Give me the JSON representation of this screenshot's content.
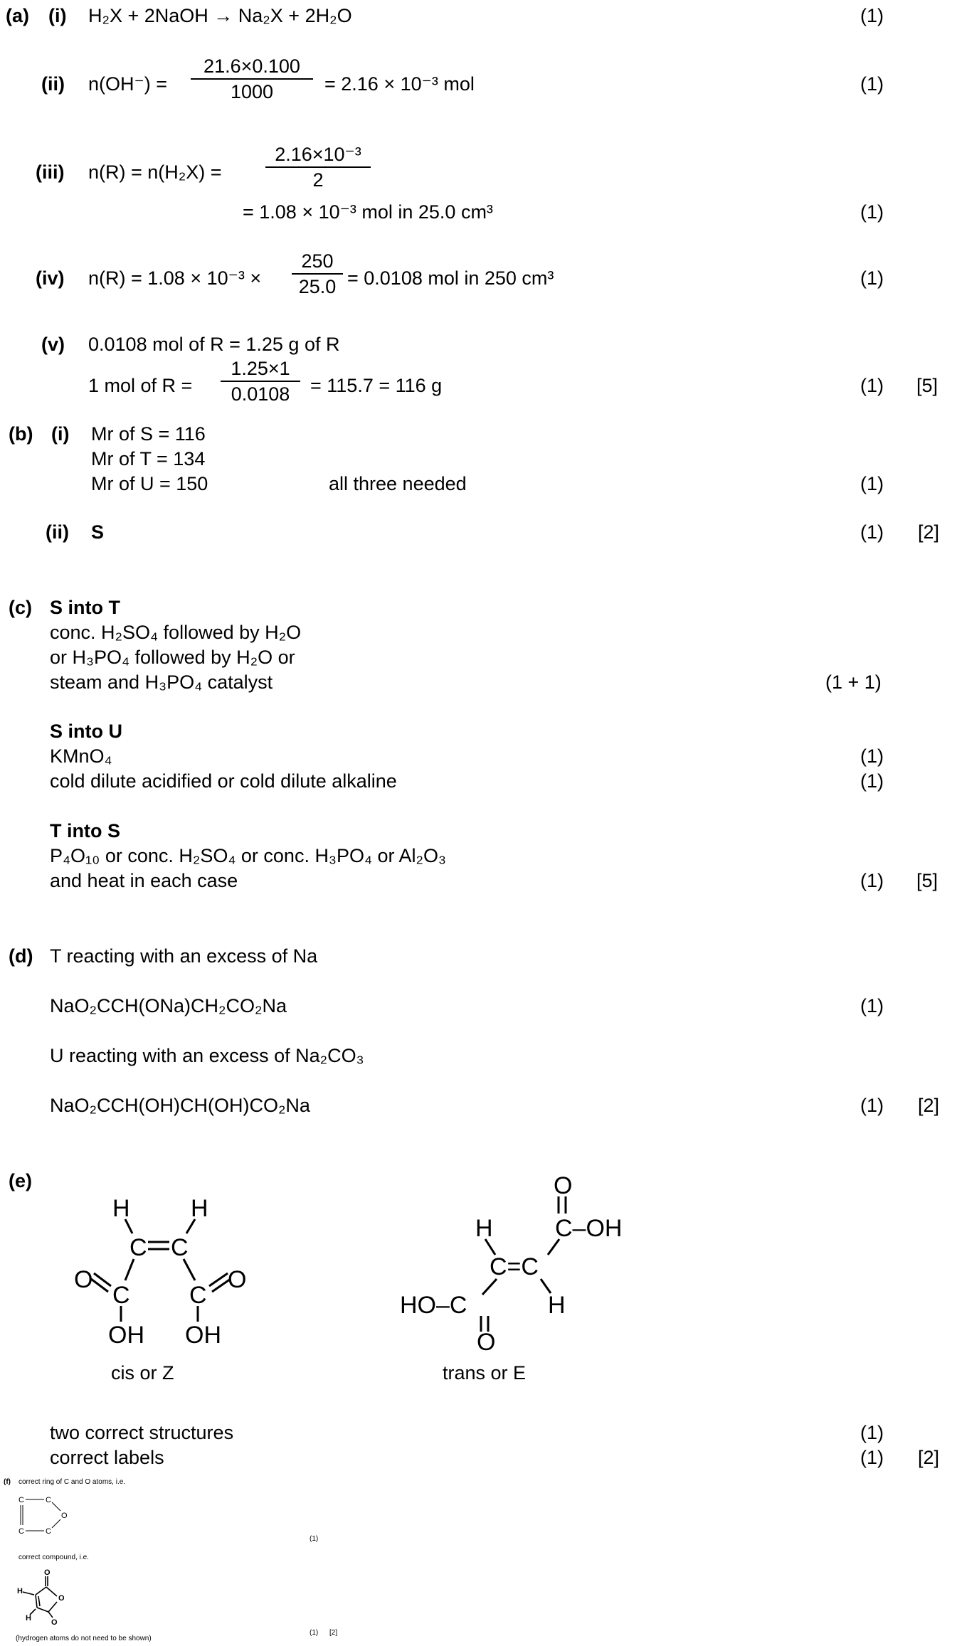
{
  "a": {
    "label": "(a)",
    "i": {
      "label": "(i)",
      "eq": "H₂X  +  2NaOH  →  Na₂X  + 2H₂O",
      "mark": "(1)"
    },
    "ii": {
      "label": "(ii)",
      "lhs": "n(OH⁻)  =",
      "num": "21.6×0.100",
      "den": "1000",
      "rhs": "=  2.16 × 10⁻³ mol",
      "mark": "(1)"
    },
    "iii": {
      "label": "(iii)",
      "lhs": "n(R)  =  n(H₂X)  =",
      "num": "2.16×10⁻³",
      "den": "2",
      "line2": "=  1.08 × 10⁻³ mol in 25.0 cm³",
      "mark": "(1)"
    },
    "iv": {
      "label": "(iv)",
      "lhs": "n(R)  =  1.08 × 10⁻³ ×",
      "num": "250",
      "den": "25.0",
      "rhs": "= 0.0108 mol in 250 cm³",
      "mark": "(1)"
    },
    "v": {
      "label": "(v)",
      "line1": "0.0108 mol of R = 1.25 g of R",
      "lhs": "1 mol of R  =",
      "num": "1.25×1",
      "den": "0.0108",
      "rhs": "=  115.7  =  116 g",
      "mark": "(1)",
      "total": "[5]"
    }
  },
  "b": {
    "label": "(b)",
    "i": {
      "label": "(i)",
      "lines": [
        "Mr of S  =  116",
        "Mr of T  =  134",
        "Mr of U  =  150"
      ],
      "note": "all three needed",
      "mark": "(1)"
    },
    "ii": {
      "label": "(ii)",
      "answer": "S",
      "mark": "(1)",
      "total": "[2]"
    }
  },
  "c": {
    "label": "(c)",
    "s_to_t": {
      "head": "S into T",
      "l1": "conc. H₂SO₄ followed by H₂O",
      "l2": "or H₃PO₄ followed by H₂O or",
      "l3": "steam and H₃PO₄ catalyst",
      "mark": "(1 + 1)"
    },
    "s_to_u": {
      "head": "S into U",
      "l1": "KMnO₄",
      "l2": "cold dilute acidified or cold dilute alkaline",
      "mark1": "(1)",
      "mark2": "(1)"
    },
    "t_to_s": {
      "head": "T into S",
      "l1": "P₄O₁₀ or conc. H₂SO₄ or conc. H₃PO₄ or Al₂O₃",
      "l2": "and heat in each case",
      "mark": "(1)",
      "total": "[5]"
    }
  },
  "d": {
    "label": "(d)",
    "t": {
      "head": "T reacting with an excess of Na",
      "formula": "NaO₂CCH(ONa)CH₂CO₂Na",
      "mark": "(1)"
    },
    "u": {
      "head": "U reacting with an excess of Na₂CO₃",
      "formula": "NaO₂CCH(OH)CH(OH)CO₂Na",
      "mark": "(1)",
      "total": "[2]"
    }
  },
  "e": {
    "label": "(e)",
    "cis_label": "cis or Z",
    "trans_label": "trans or E",
    "l1": "two correct structures",
    "l2": "correct labels",
    "mark1": "(1)",
    "mark2": "(1)",
    "total": "[2]",
    "atoms": {
      "H": "H",
      "C": "C",
      "O": "O",
      "OH": "OH",
      "HO": "HO",
      "CeqC": "C=C",
      "COH": "C–OH",
      "HOC": "HO–C"
    }
  },
  "f": {
    "label": "(f)",
    "l1": "correct ring of C and O atoms, i.e.",
    "mark1": "(1)",
    "l2": "correct compound, i.e.",
    "note": "(hydrogen atoms do not need to be shown)",
    "mark2": "(1)",
    "total": "[2]"
  }
}
